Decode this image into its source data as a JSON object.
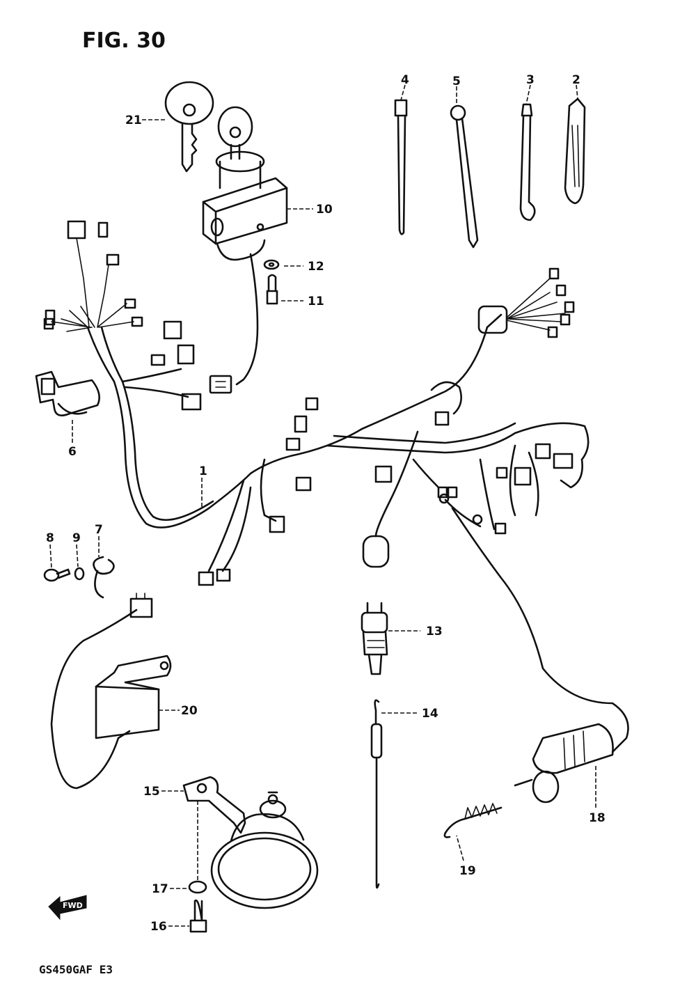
{
  "figure_title": "FIG. 30",
  "model_code": "GS450GAF E3",
  "fwd_marker": "FWD",
  "callouts": {
    "c1": "1",
    "c2": "2",
    "c3": "3",
    "c4": "4",
    "c5": "5",
    "c6": "6",
    "c7": "7",
    "c8": "8",
    "c9": "9",
    "c10": "10",
    "c11": "11",
    "c12": "12",
    "c13": "13",
    "c14": "14",
    "c15": "15",
    "c16": "16",
    "c17": "17",
    "c18": "18",
    "c19": "19",
    "c20": "20",
    "c21": "21"
  }
}
